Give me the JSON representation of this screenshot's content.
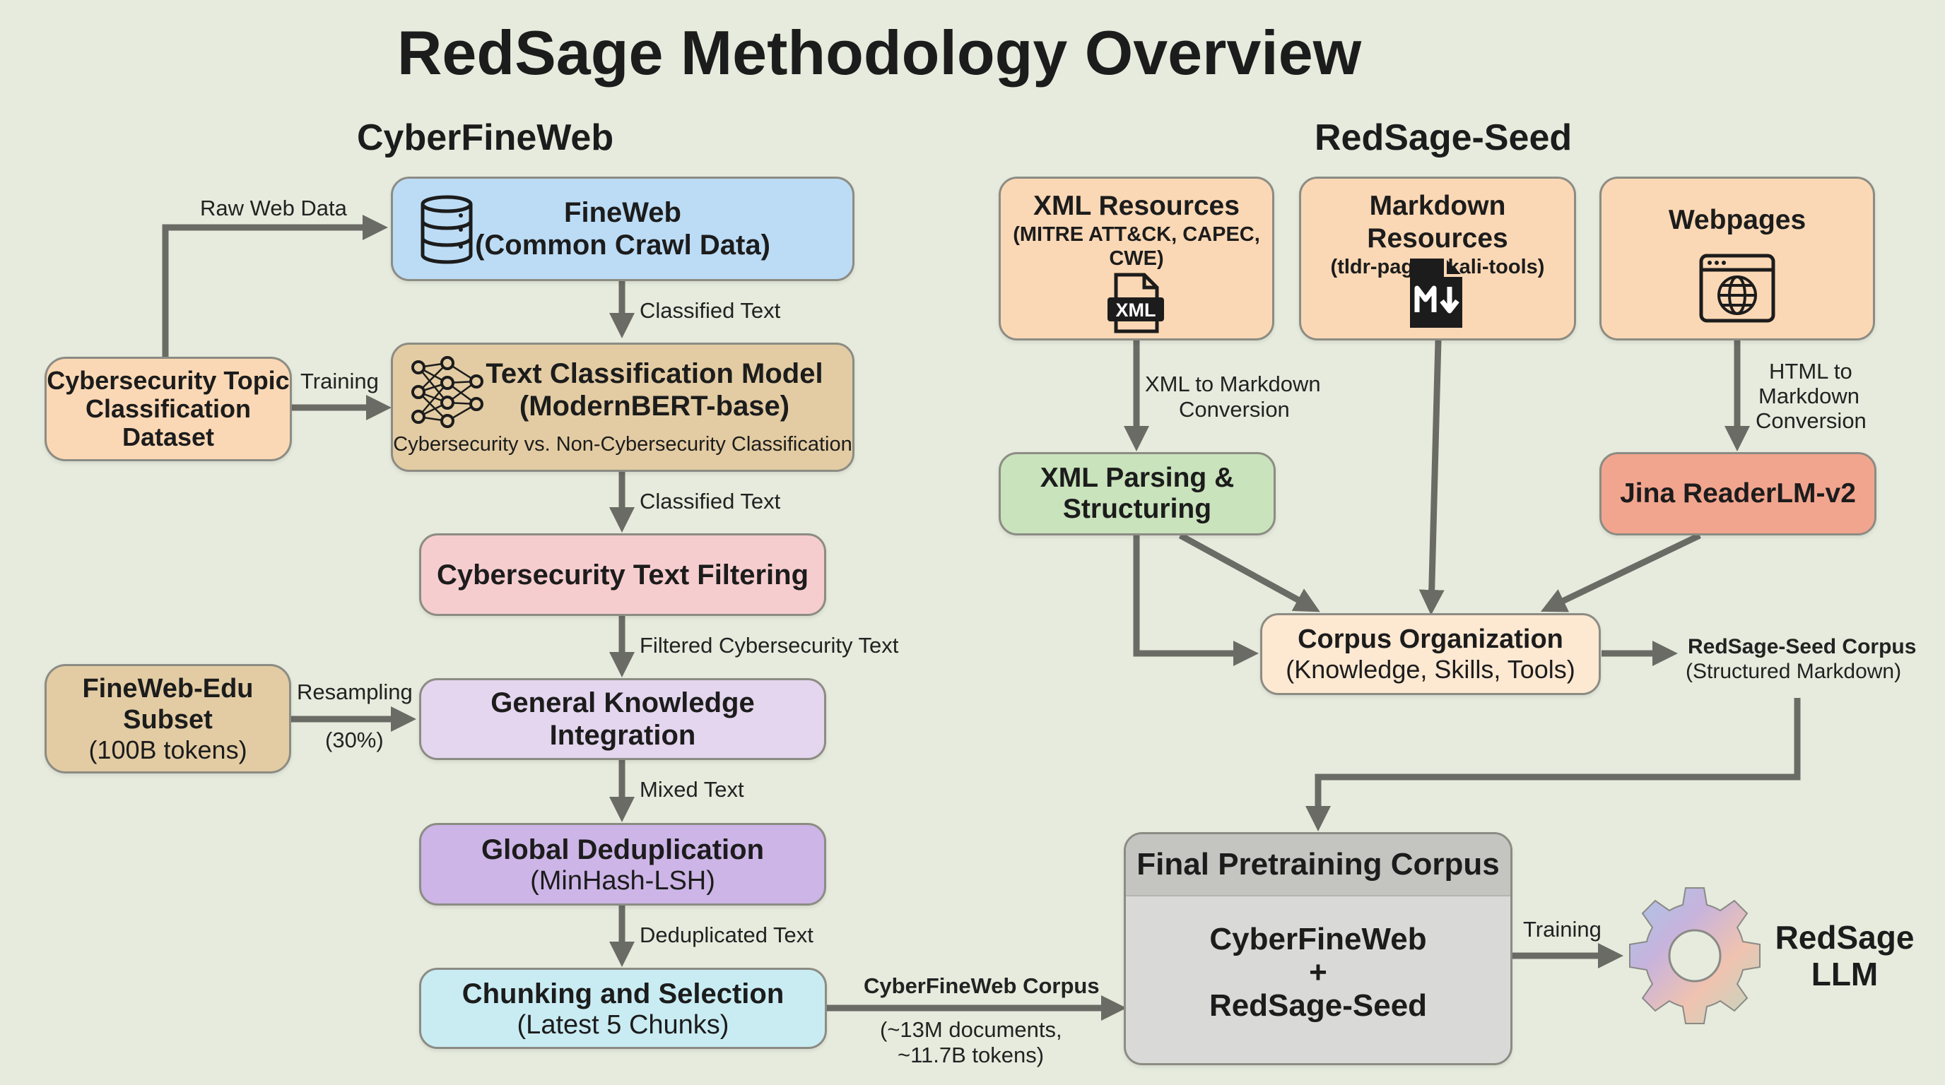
{
  "title": "RedSage Methodology Overview",
  "sections": {
    "left": "CyberFineWeb",
    "right": "RedSage-Seed"
  },
  "boxes": {
    "fineweb": {
      "title": "FineWeb",
      "subtitle": "(Common Crawl Data)"
    },
    "classifier": {
      "title": "Text Classification Model",
      "subtitle": "(ModernBERT-base)",
      "note": "Cybersecurity vs. Non-Cybersecurity Classification"
    },
    "topic_dataset": {
      "line1": "Cybersecurity Topic",
      "line2": "Classification",
      "line3": "Dataset"
    },
    "filtering": {
      "title": "Cybersecurity Text Filtering"
    },
    "fineweb_edu": {
      "line1": "FineWeb-Edu",
      "line2": "Subset",
      "line3": "(100B tokens)"
    },
    "general_knowledge": {
      "line1": "General Knowledge",
      "line2": "Integration"
    },
    "dedup": {
      "title": "Global Deduplication",
      "subtitle": "(MinHash-LSH)"
    },
    "chunking": {
      "title": "Chunking and Selection",
      "subtitle": "(Latest 5 Chunks)"
    },
    "xml_resources": {
      "title": "XML Resources",
      "line1": "(MITRE ATT&CK, CAPEC,",
      "line2": "CWE)"
    },
    "markdown_resources": {
      "title": "Markdown Resources",
      "subtitle": "(tldr-pages, kali-tools)"
    },
    "webpages": {
      "title": "Webpages"
    },
    "xml_parsing": {
      "line1": "XML Parsing &",
      "line2": "Structuring"
    },
    "jina": {
      "title": "Jina ReaderLM-v2"
    },
    "corpus_org": {
      "title": "Corpus Organization",
      "subtitle": "(Knowledge, Skills, Tools)"
    },
    "final_corpus": {
      "header": "Final Pretraining Corpus",
      "line1": "CyberFineWeb",
      "line2": "+",
      "line3": "RedSage-Seed"
    },
    "llm": {
      "line1": "RedSage",
      "line2": "LLM"
    }
  },
  "labels": {
    "raw_web_data": "Raw Web Data",
    "classified_text_1": "Classified Text",
    "training_1": "Training",
    "classified_text_2": "Classified Text",
    "filtered_text": "Filtered Cybersecurity Text",
    "resampling": "Resampling",
    "resampling_pct": "(30%)",
    "mixed_text": "Mixed Text",
    "deduplicated_text": "Deduplicated Text",
    "cfw_corpus": "CyberFineWeb Corpus",
    "cfw_stats_1": "(~13M documents,",
    "cfw_stats_2": "~11.7B tokens)",
    "xml_to_md_1": "XML to Markdown",
    "xml_to_md_2": "Conversion",
    "html_to_md_1": "HTML to",
    "html_to_md_2": "Markdown",
    "html_to_md_3": "Conversion",
    "seed_corpus": "RedSage-Seed Corpus",
    "seed_corpus_sub": "(Structured Markdown)",
    "training_2": "Training"
  },
  "icons": {
    "fineweb": "database-icon",
    "classifier": "neural-network-icon",
    "xml": "xml-file-icon",
    "markdown": "markdown-file-icon",
    "webpage": "browser-globe-icon",
    "llm": "gear-icon"
  },
  "colors": {
    "background": "#e6ebdd",
    "fineweb": "#bcdcf5",
    "classifier": "#e3cca3",
    "dataset": "#fbd8b5",
    "filtering": "#f6cdcf",
    "fineweb_edu": "#e3cca3",
    "general_knowledge": "#e4d6ee",
    "dedup": "#cdb5e7",
    "chunking": "#c9ecf3",
    "resources": "#fbd8b5",
    "xml_parsing": "#c9e3bc",
    "jina": "#f2a58e",
    "corpus_org": "#fde8d2",
    "final_corpus": "#d9d9d7",
    "arrow": "#6b6b66"
  }
}
